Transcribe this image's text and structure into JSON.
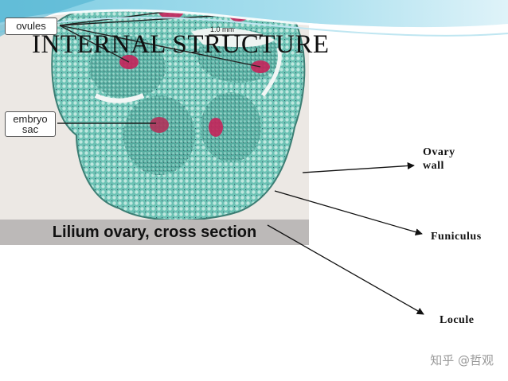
{
  "slide": {
    "title": "INTERNAL STRUCTURE",
    "background_accent": "#5fbcd6",
    "watermark": "知乎 @哲观"
  },
  "micrograph": {
    "caption": "Lilium ovary, cross section",
    "scale_bar": "1.0 mm",
    "callouts": {
      "ovules": "ovules",
      "embryo_sac_line1": "embryo",
      "embryo_sac_line2": "sac"
    },
    "stain_colors": [
      "#5bb7a9",
      "#c4245a",
      "#2a3a4a"
    ]
  },
  "annotations": {
    "ovary_wall_line1": "Ovary",
    "ovary_wall_line2": "wall",
    "funiculus": "Funiculus",
    "locule": "Locule"
  }
}
